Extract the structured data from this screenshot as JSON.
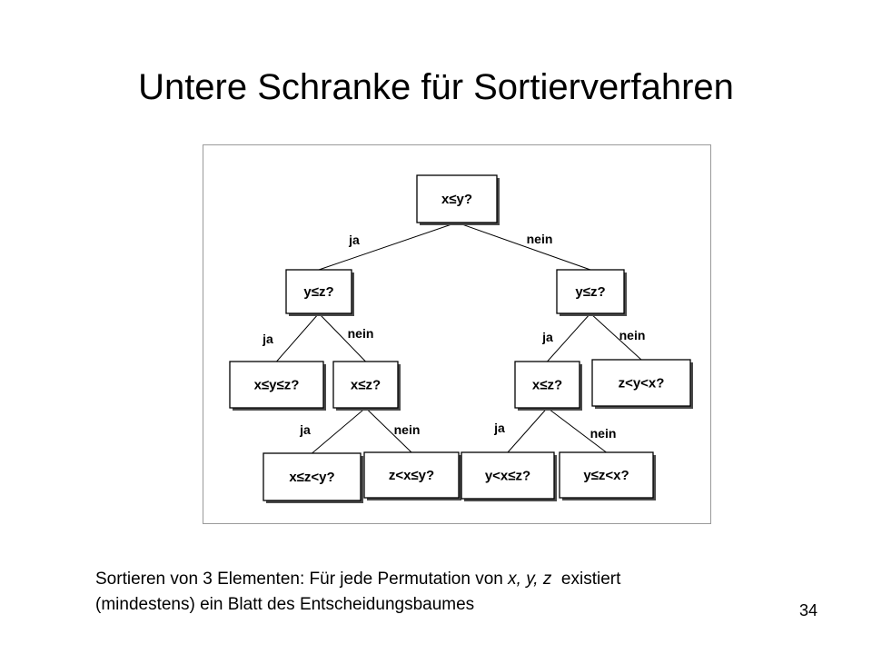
{
  "slide": {
    "title": "Untere Schranke für Sortierverfahren",
    "caption_line1_prefix": "Sortieren von 3 Elementen: Für jede Permutation von ",
    "caption_line1_vars": "x, y, z",
    "caption_line1_suffix": "  existiert",
    "caption_line2": "(mindestens) ein Blatt des Entscheidungsbaumes",
    "page_number": "34"
  },
  "tree": {
    "nodes": [
      {
        "id": "root",
        "label": "x≤y?"
      },
      {
        "id": "l",
        "label": "y≤z?"
      },
      {
        "id": "r",
        "label": "y≤z?"
      },
      {
        "id": "ll",
        "label": "x≤y≤z?"
      },
      {
        "id": "lr",
        "label": "x≤z?"
      },
      {
        "id": "rl",
        "label": "x≤z?"
      },
      {
        "id": "rr",
        "label": "z<y<x?"
      },
      {
        "id": "lrl",
        "label": "x≤z<y?"
      },
      {
        "id": "lrr",
        "label": "z<x≤y?"
      },
      {
        "id": "rll",
        "label": "y<x≤z?"
      },
      {
        "id": "rlr",
        "label": "y≤z<x?"
      }
    ],
    "edges": [
      {
        "from": "root",
        "to": "l",
        "label": "ja"
      },
      {
        "from": "root",
        "to": "r",
        "label": "nein"
      },
      {
        "from": "l",
        "to": "ll",
        "label": "ja"
      },
      {
        "from": "l",
        "to": "lr",
        "label": "nein"
      },
      {
        "from": "r",
        "to": "rl",
        "label": "ja"
      },
      {
        "from": "r",
        "to": "rr",
        "label": "nein"
      },
      {
        "from": "lr",
        "to": "lrl",
        "label": "ja"
      },
      {
        "from": "lr",
        "to": "lrr",
        "label": "nein"
      },
      {
        "from": "rl",
        "to": "rll",
        "label": "ja"
      },
      {
        "from": "rl",
        "to": "rlr",
        "label": "nein"
      }
    ]
  }
}
